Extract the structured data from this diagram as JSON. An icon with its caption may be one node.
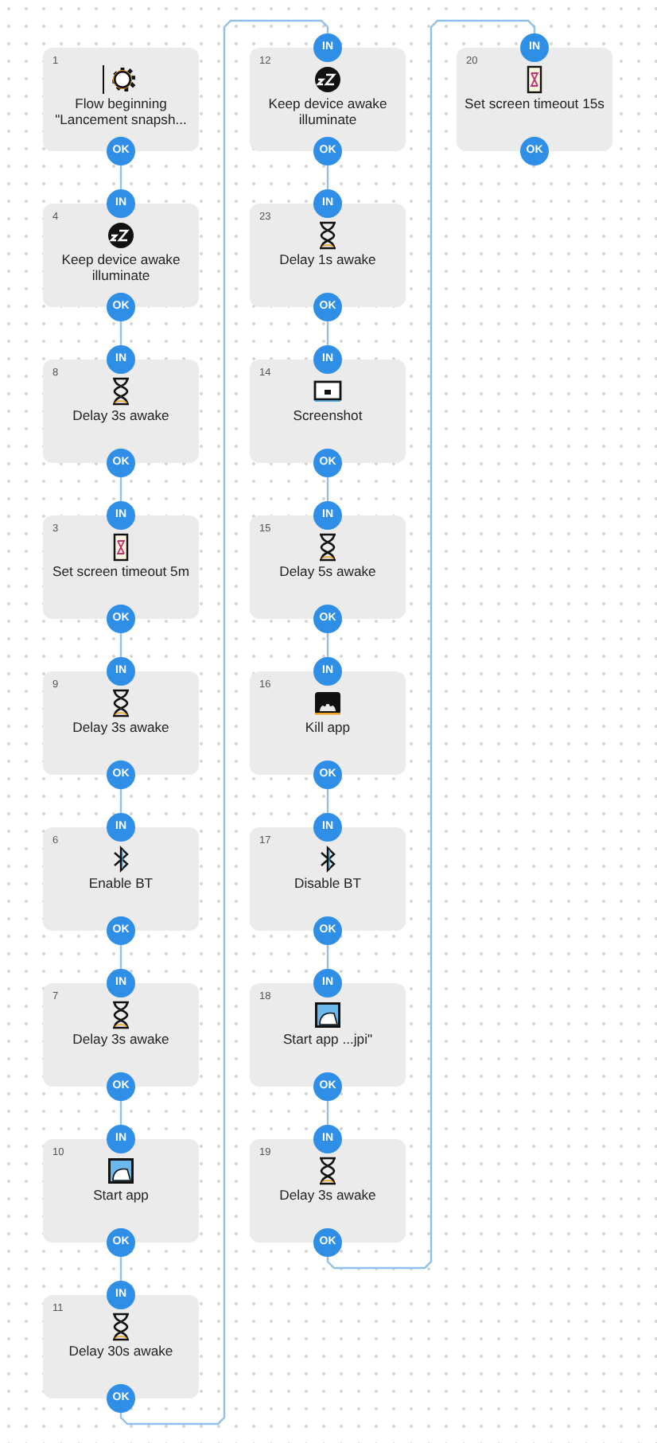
{
  "diagram": {
    "nodes": [
      {
        "text": [
          "1",
          "Flow beginning \"Lancement snapsh..."
        ]
      },
      {
        "text": [
          "OK"
        ]
      },
      {
        "text": [
          "4",
          "Keep device awake illuminate"
        ]
      },
      {
        "text": [
          "IN"
        ]
      },
      {
        "text": [
          "OK"
        ]
      },
      {
        "text": [
          "8",
          "Delay 3s awake"
        ]
      },
      {
        "text": [
          "IN"
        ]
      },
      {
        "text": [
          "OK"
        ]
      },
      {
        "text": [
          "3",
          "Set screen timeout 5m"
        ]
      },
      {
        "text": [
          "IN"
        ]
      },
      {
        "text": [
          "OK"
        ]
      },
      {
        "text": [
          "9",
          "Delay 3s awake"
        ]
      },
      {
        "text": [
          "IN"
        ]
      },
      {
        "text": [
          "OK"
        ]
      },
      {
        "text": [
          "6",
          "Enable BT"
        ]
      },
      {
        "text": [
          "IN"
        ]
      },
      {
        "text": [
          "OK"
        ]
      },
      {
        "text": [
          "7",
          "Delay 3s awake"
        ]
      },
      {
        "text": [
          "IN"
        ]
      },
      {
        "text": [
          "OK"
        ]
      },
      {
        "text": [
          "10",
          "Start app"
        ]
      },
      {
        "text": [
          "IN"
        ]
      },
      {
        "text": [
          "OK"
        ]
      },
      {
        "text": [
          "11",
          "Delay 30s awake"
        ]
      },
      {
        "text": [
          "IN"
        ]
      },
      {
        "text": [
          "OK"
        ]
      },
      {
        "text": [
          "12",
          "Keep device awake illuminate"
        ]
      },
      {
        "text": [
          "IN"
        ]
      },
      {
        "text": [
          "OK"
        ]
      },
      {
        "text": [
          "23",
          "Delay 1s awake"
        ]
      },
      {
        "text": [
          "IN"
        ]
      },
      {
        "text": [
          "OK"
        ]
      },
      {
        "text": [
          "14",
          "Screenshot"
        ]
      },
      {
        "text": [
          "IN"
        ]
      },
      {
        "text": [
          "OK"
        ]
      },
      {
        "text": [
          "15",
          "Delay 5s awake"
        ]
      },
      {
        "text": [
          "IN"
        ]
      },
      {
        "text": [
          "OK"
        ]
      },
      {
        "text": [
          "16",
          "Kill app"
        ]
      },
      {
        "text": [
          "IN"
        ]
      },
      {
        "text": [
          "OK"
        ]
      },
      {
        "text": [
          "17",
          "Disable BT"
        ]
      },
      {
        "text": [
          "IN"
        ]
      },
      {
        "text": [
          "OK"
        ]
      },
      {
        "text": [
          "18",
          "Start app ...jpi\""
        ]
      },
      {
        "text": [
          "IN"
        ]
      },
      {
        "text": [
          "OK"
        ]
      },
      {
        "text": [
          "19",
          "Delay 3s awake"
        ]
      },
      {
        "text": [
          "IN"
        ]
      },
      {
        "text": [
          "OK"
        ]
      },
      {
        "text": [
          "20",
          "Set screen timeout 15s"
        ]
      },
      {
        "text": [
          "IN"
        ]
      },
      {
        "text": [
          "OK"
        ]
      }
    ],
    "edges": [
      {
        "from": 1,
        "to": 3,
        "arrow": "none"
      },
      {
        "from": 4,
        "to": 6,
        "arrow": "none"
      },
      {
        "from": 7,
        "to": 9,
        "arrow": "none"
      },
      {
        "from": 10,
        "to": 12,
        "arrow": "none"
      },
      {
        "from": 13,
        "to": 15,
        "arrow": "none"
      },
      {
        "from": 16,
        "to": 18,
        "arrow": "none"
      },
      {
        "from": 19,
        "to": 21,
        "arrow": "none"
      },
      {
        "from": 22,
        "to": 24,
        "arrow": "none"
      },
      {
        "from": 25,
        "to": 27,
        "arrow": "none"
      },
      {
        "from": 28,
        "to": 30,
        "arrow": "none"
      },
      {
        "from": 31,
        "to": 33,
        "arrow": "none"
      },
      {
        "from": 34,
        "to": 36,
        "arrow": "none"
      },
      {
        "from": 37,
        "to": 39,
        "arrow": "none"
      },
      {
        "from": 40,
        "to": 42,
        "arrow": "none"
      },
      {
        "from": 43,
        "to": 45,
        "arrow": "none"
      },
      {
        "from": 46,
        "to": 48,
        "arrow": "none"
      },
      {
        "from": 49,
        "to": 51,
        "arrow": "none"
      }
    ]
  }
}
